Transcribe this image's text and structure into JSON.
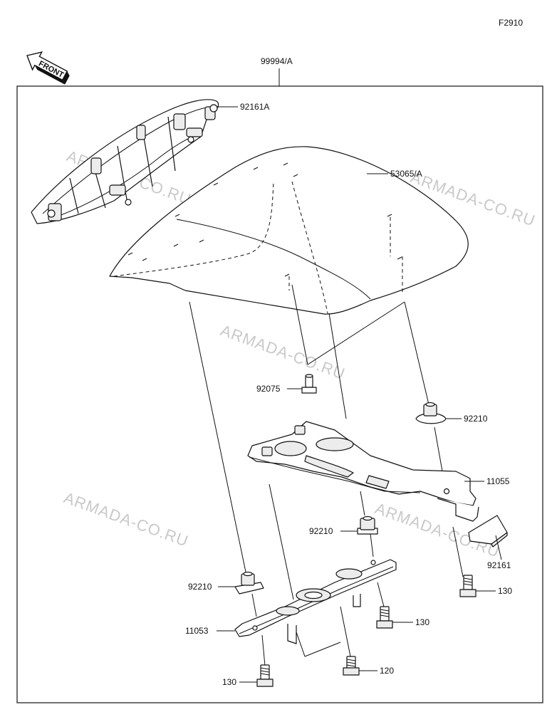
{
  "figure_code": "F2910",
  "front_marker": "FRONT",
  "assembly_ref": "99994/A",
  "watermark": "ARMADA-CO.RU",
  "parts": {
    "seat_cover_frame": "92161A",
    "seat_cover": "53065/A",
    "collar": "92075",
    "nut_right_upper": "92210",
    "bracket_upper": "11055",
    "nut_middle": "92210",
    "cushion": "92161",
    "nut_left_lower": "92210",
    "bolt_right": "130",
    "bracket_lower": "11053",
    "bolt_middle": "130",
    "bolt_left": "130",
    "bolt_center": "120"
  }
}
